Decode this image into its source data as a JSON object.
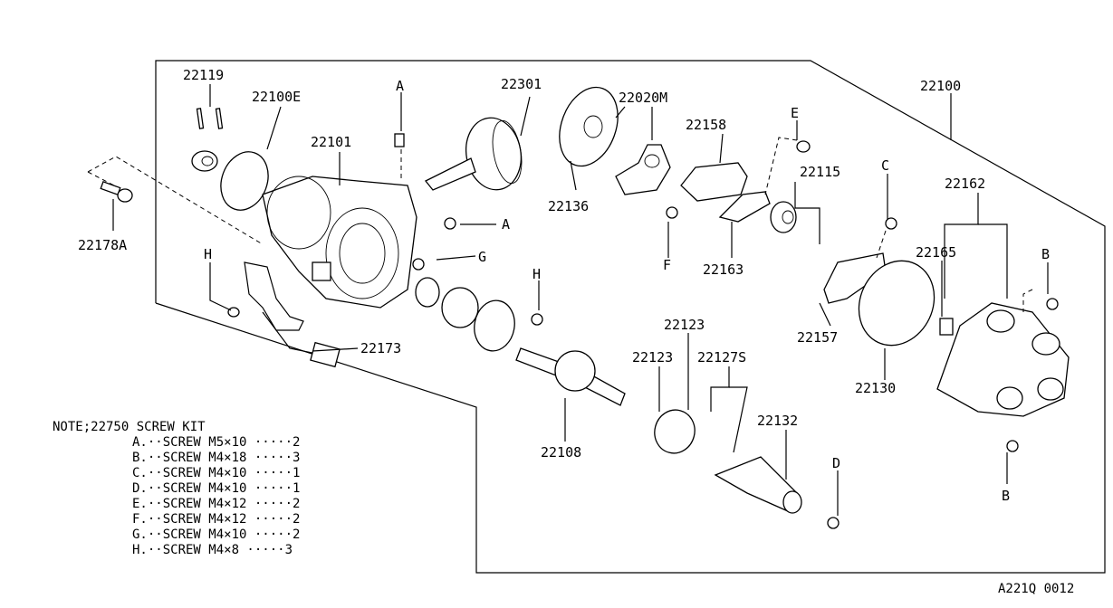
{
  "parts": {
    "p22119": "22119",
    "p22100E": "22100E",
    "p22101": "22101",
    "p22301": "22301",
    "p22020M": "22020M",
    "p22158": "22158",
    "p22100": "22100",
    "p22162": "22162",
    "p22178A": "22178A",
    "p22136": "22136",
    "p22163": "22163",
    "p22115": "22115",
    "p22165": "22165",
    "p22157": "22157",
    "p22130": "22130",
    "p22173": "22173",
    "p22123a": "22123",
    "p22123b": "22123",
    "p22127S": "22127S",
    "p22132": "22132",
    "p22108": "22108"
  },
  "screw_refs": {
    "a1": "A",
    "a2": "A",
    "b1": "B",
    "b2": "B",
    "c": "C",
    "d": "D",
    "e": "E",
    "f": "F",
    "g": "G",
    "h1": "H",
    "h2": "H"
  },
  "note": {
    "title": "NOTE;22750 SCREW KIT",
    "lines": [
      "A.··SCREW  M5×10  ·····2",
      "B.··SCREW  M4×18  ·····3",
      "C.··SCREW  M4×10  ·····1",
      "D.··SCREW  M4×10  ·····1",
      "E.··SCREW  M4×12  ·····2",
      "F.··SCREW  M4×12  ·····2",
      "G.··SCREW  M4×10  ·····2",
      "H.··SCREW  M4×8   ·····3"
    ]
  },
  "diagram_code": "A221Q 0012"
}
